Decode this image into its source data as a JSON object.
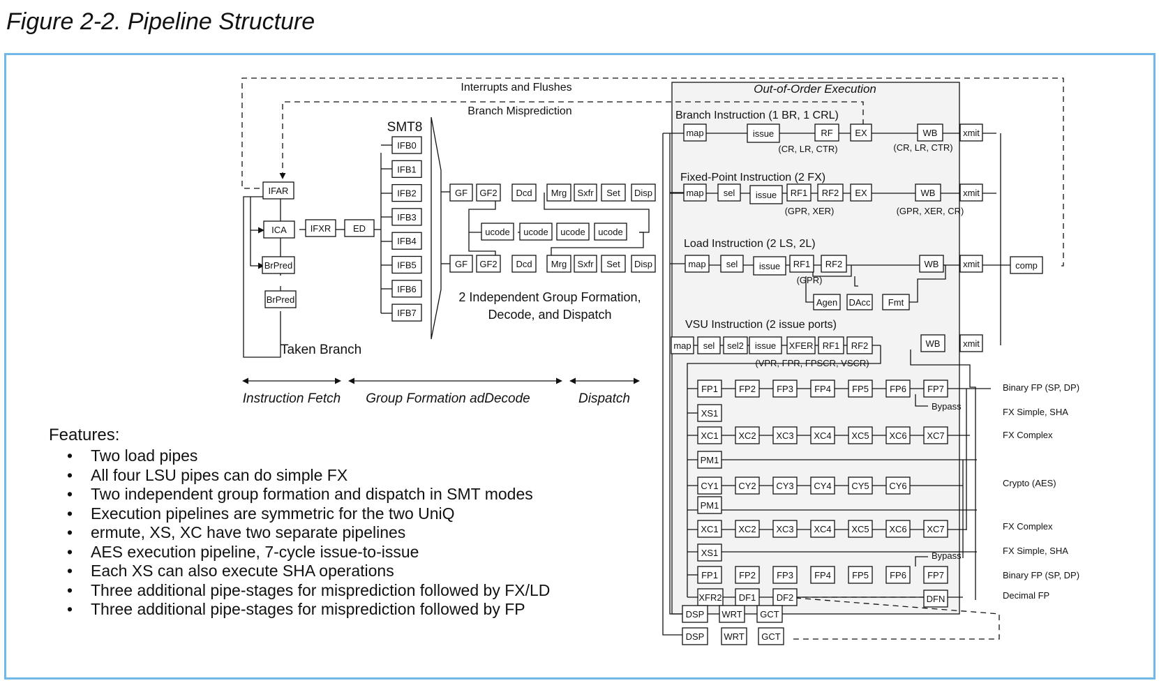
{
  "figure_title": "Figure 2-2. Pipeline Structure",
  "labels": {
    "interrupts": "Interrupts and Flushes",
    "branch_mispred": "Branch Misprediction",
    "ooo": "Out-of-Order Execution",
    "smt8": "SMT8",
    "taken_branch": "Taken Branch",
    "group_formation_line1": "2 Independent Group Formation,",
    "group_formation_line2": "Decode, and Dispatch",
    "branch_instr": "Branch Instruction (1 BR, 1 CRL)",
    "fx_instr": "Fixed-Point Instruction (2 FX)",
    "load_instr": "Load Instruction (2 LS, 2L)",
    "vsu_instr": "VSU Instruction (2 issue ports)",
    "cr_lr_ctr": "(CR, LR, CTR)",
    "gpr_xer": "(GPR, XER)",
    "gpr_xer_cr": "(GPR, XER, CR)",
    "gpr": "(GPR)",
    "vpr": "(VPR, FPR, FPSCR, VSCR)",
    "bypass": "Bypass",
    "stage_fetch": "Instruction Fetch",
    "stage_group": "Group Formation adDecode",
    "stage_dispatch": "Dispatch"
  },
  "side_labels": [
    "Binary FP (SP, DP)",
    "FX Simple, SHA",
    "FX Complex",
    "Crypto (AES)",
    "FX Complex",
    "FX Simple, SHA",
    "Binary FP (SP, DP)",
    "Decimal FP"
  ],
  "boxes": {
    "ifar": "IFAR",
    "ica": "ICA",
    "ifxr": "IFXR",
    "ed": "ED",
    "brpred": "BrPred",
    "ifb": [
      "IFB0",
      "IFB1",
      "IFB2",
      "IFB3",
      "IFB4",
      "IFB5",
      "IFB6",
      "IFB7"
    ],
    "group": [
      "GF",
      "GF2",
      "Dcd",
      "Mrg",
      "Sxfr",
      "Set",
      "Disp"
    ],
    "ucode": "ucode",
    "map": "map",
    "sel": "sel",
    "sel2": "sel2",
    "issue": "issue",
    "rf": "RF",
    "rf1": "RF1",
    "rf2": "RF2",
    "ex": "EX",
    "wb": "WB",
    "xmit": "xmit",
    "comp": "comp",
    "agen": "Agen",
    "dacc": "DAcc",
    "fmt": "Fmt",
    "xfer": "XFER",
    "fp": [
      "FP1",
      "FP2",
      "FP3",
      "FP4",
      "FP5",
      "FP6",
      "FP7"
    ],
    "xc": [
      "XC1",
      "XC2",
      "XC3",
      "XC4",
      "XC5",
      "XC6",
      "XC7"
    ],
    "cy": [
      "CY1",
      "CY2",
      "CY3",
      "CY4",
      "CY5",
      "CY6"
    ],
    "xs1": "XS1",
    "pm1": "PM1",
    "xfr2": "XFR2",
    "df1": "DF1",
    "df2": "DF2",
    "dfn": "DFN",
    "dsp": "DSP",
    "wrt": "WRT",
    "gct": "GCT"
  },
  "features": {
    "heading": "Features:",
    "items": [
      "Two load pipes",
      "All four LSU pipes can do simple FX",
      "Two independent group formation and dispatch in SMT modes",
      "Execution pipelines are symmetric for the two UniQ",
      "ermute, XS, XC have two separate pipelines",
      "AES execution pipeline, 7-cycle issue-to-issue",
      "Each XS can also execute SHA operations",
      "Three additional pipe-stages for misprediction followed by FX/LD",
      "Three additional pipe-stages for misprediction followed by FP"
    ]
  }
}
